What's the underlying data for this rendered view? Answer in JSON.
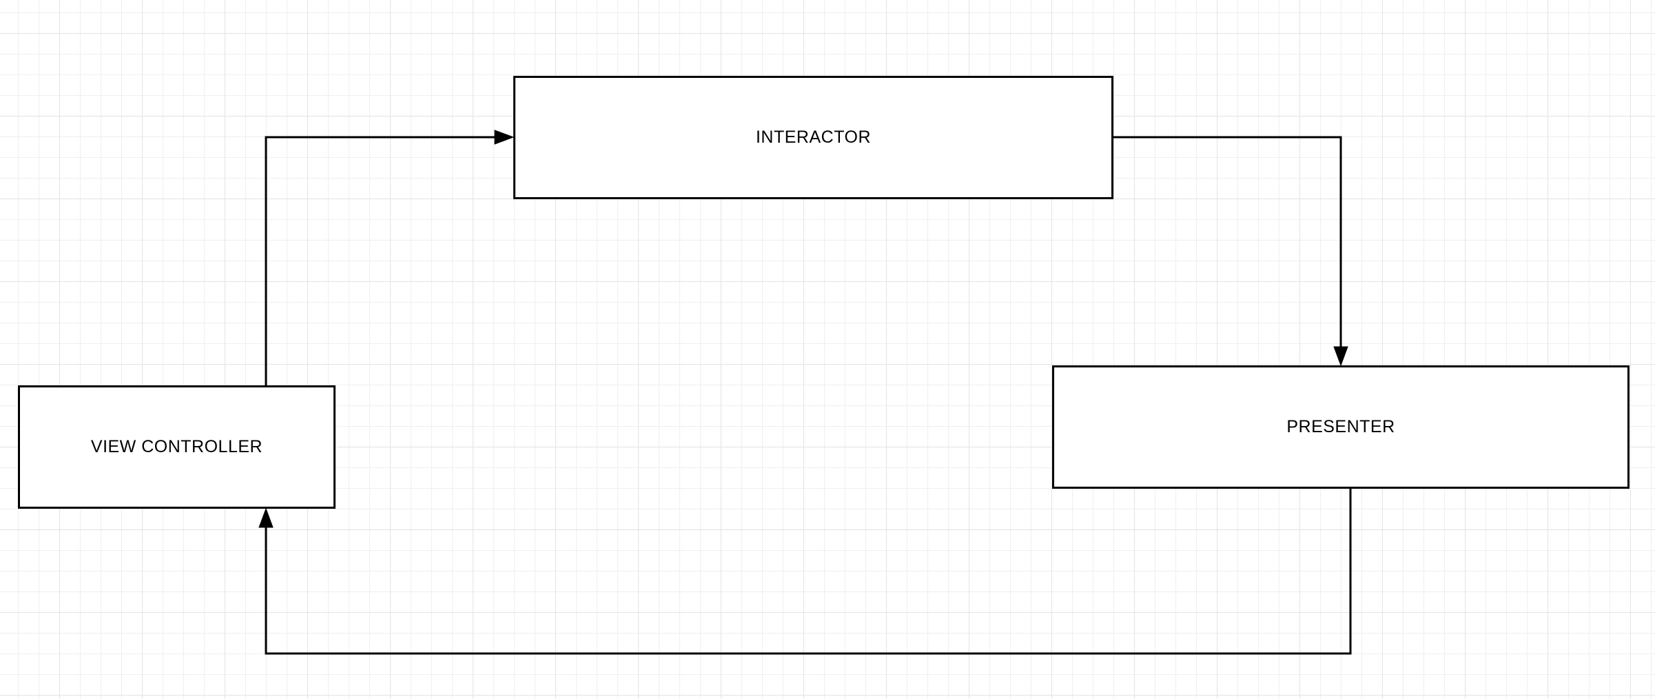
{
  "diagram": {
    "type": "flow-cycle",
    "nodes": [
      {
        "id": "interactor",
        "label": "INTERACTOR"
      },
      {
        "id": "view_controller",
        "label": "VIEW CONTROLLER"
      },
      {
        "id": "presenter",
        "label": "PRESENTER"
      }
    ],
    "edges": [
      {
        "from": "view_controller",
        "to": "interactor",
        "arrow": "into-left-edge-of-interactor"
      },
      {
        "from": "interactor",
        "to": "presenter",
        "arrow": "into-top-edge-of-presenter"
      },
      {
        "from": "presenter",
        "to": "view_controller",
        "arrow": "into-bottom-edge-of-view-controller"
      }
    ],
    "colors": {
      "background": "#ffffff",
      "node_fill": "#ffffff",
      "stroke": "#000000",
      "text": "#000000",
      "grid_minor": "#efeff0",
      "grid_major": "#e3e3e5"
    }
  }
}
